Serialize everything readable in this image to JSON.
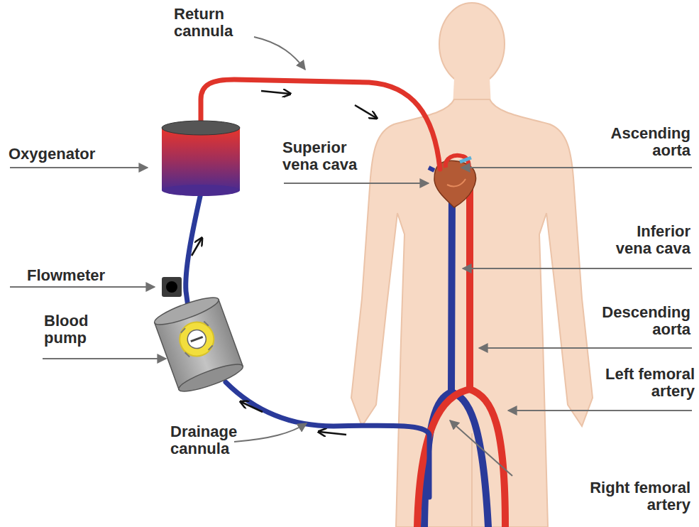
{
  "diagram": {
    "labels": [
      "Return cannula",
      "Oxygenator",
      "Superior vena cava",
      "Ascending aorta",
      "Inferior vena cava",
      "Flowmeter",
      "Blood pump",
      "Descending aorta",
      "Left femoral artery",
      "Drainage cannula",
      "Right femoral artery"
    ]
  }
}
